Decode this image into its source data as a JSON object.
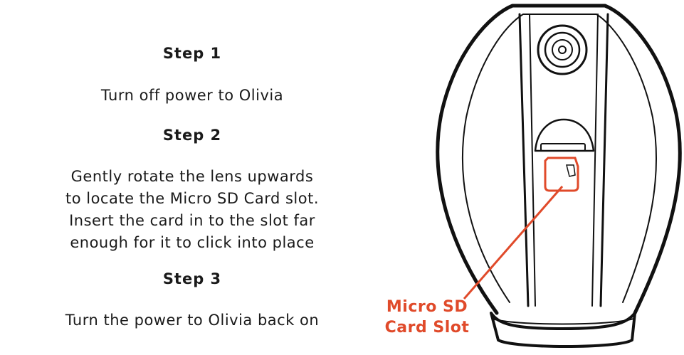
{
  "steps": [
    {
      "title": "Step 1",
      "lines": [
        "Turn off power to Olivia"
      ]
    },
    {
      "title": "Step 2",
      "lines": [
        "Gently rotate the lens upwards",
        "to locate the Micro SD Card slot.",
        "Insert the card in to the slot far",
        "enough for it to click into place"
      ]
    },
    {
      "title": "Step 3",
      "lines": [
        "Turn the power to Olivia back on"
      ]
    }
  ],
  "callout": {
    "line1": "Micro SD",
    "line2": "Card Slot"
  },
  "colors": {
    "accent": "#e04a2a",
    "text": "#1a1a1a",
    "outline": "#111111"
  },
  "icons": {
    "device": "camera-device-illustration",
    "card": "sd-card-icon"
  }
}
